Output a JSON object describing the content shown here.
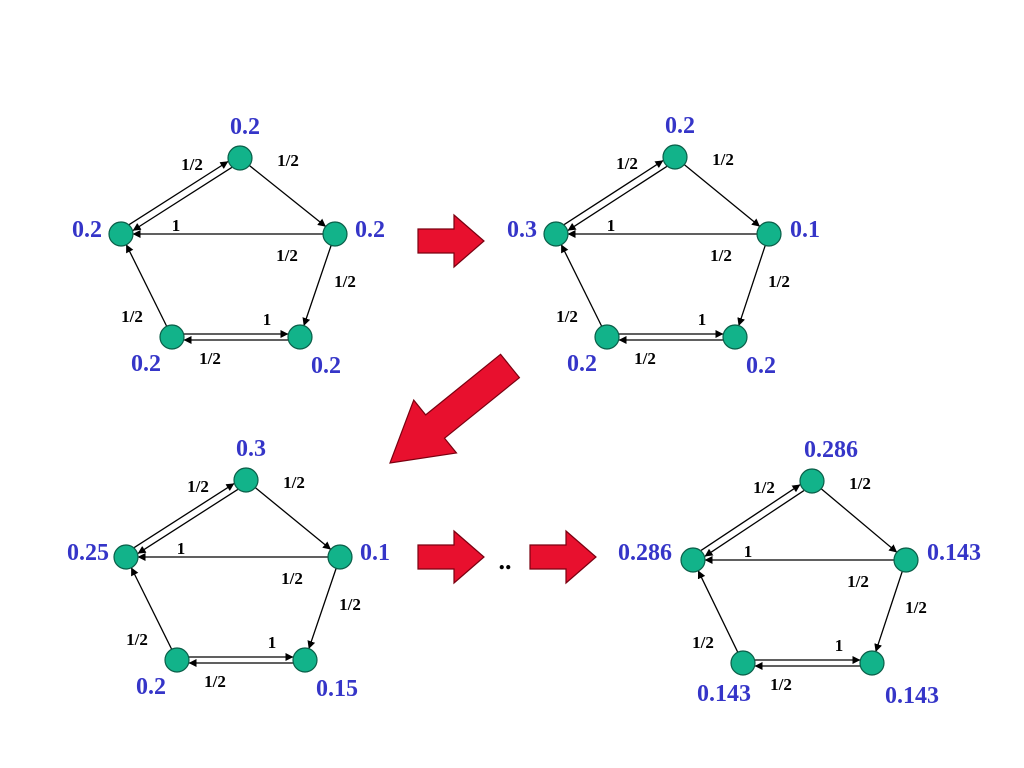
{
  "colors": {
    "node_fill": "#12b38a",
    "rank_text": "#3535c8",
    "step_arrow": "#e8102e",
    "edge": "#000000"
  },
  "graphs": [
    {
      "ranks": {
        "A": "0.2",
        "B": "0.2",
        "C": "0.2",
        "D": "0.2",
        "E": "0.2"
      }
    },
    {
      "ranks": {
        "A": "0.2",
        "B": "0.1",
        "C": "0.2",
        "D": "0.2",
        "E": "0.3"
      }
    },
    {
      "ranks": {
        "A": "0.3",
        "B": "0.1",
        "C": "0.15",
        "D": "0.2",
        "E": "0.25"
      }
    },
    {
      "ranks": {
        "A": "0.286",
        "B": "0.143",
        "C": "0.143",
        "D": "0.143",
        "E": "0.286"
      }
    }
  ],
  "edge_weights": {
    "A_to_B": "1/2",
    "A_to_E": "1/2",
    "B_to_E": "1/2",
    "B_to_C": "1/2",
    "E_to_A": "1",
    "C_to_D": "1",
    "D_to_E": "1/2",
    "D_to_C": "1/2"
  },
  "ellipsis": ".."
}
